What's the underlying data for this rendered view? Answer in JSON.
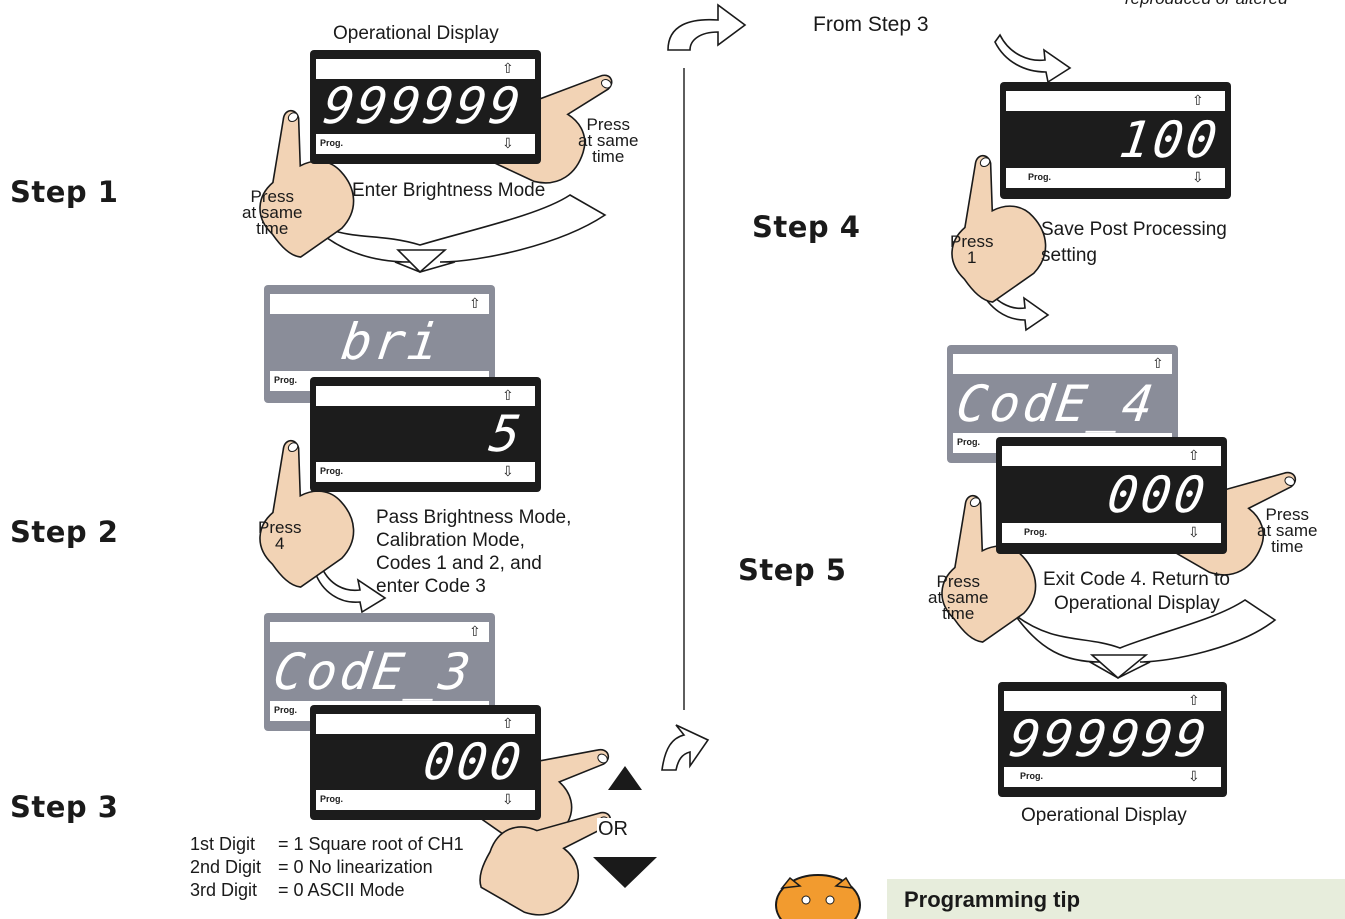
{
  "header": {
    "top_right_fragment": "reproduced or altered"
  },
  "steps": {
    "step1": "Step 1",
    "step2": "Step 2",
    "step3": "Step 3",
    "step4": "Step 4",
    "step5": "Step 5"
  },
  "captions": {
    "operational_display_top": "Operational Display",
    "enter_brightness": "Enter Brightness Mode",
    "pass_brightness_1": "Pass Brightness Mode,",
    "pass_brightness_2": "Calibration Mode,",
    "pass_brightness_3": "Codes 1 and 2, and",
    "pass_brightness_4": "enter Code 3",
    "from_step3": "From Step 3",
    "save_post_1": "Save Post Processing",
    "save_post_2": "setting",
    "exit_code4_1": "Exit Code 4. Return to",
    "exit_code4_2": "Operational Display",
    "operational_display_bottom": "Operational Display",
    "or": "OR"
  },
  "press_labels": {
    "press": "Press",
    "at_same": "at same",
    "time": "time",
    "four": "4",
    "one": "1"
  },
  "displays": {
    "d1": "999999",
    "d2": "bri",
    "d3": "5",
    "d4": "CodE_3",
    "d5": "000",
    "d6": "100",
    "d7": "CodE_4",
    "d8": "000",
    "d9": "999999"
  },
  "meter_labels": {
    "prog": "Prog.",
    "up": "⇧",
    "down": "⇩"
  },
  "digit_settings": [
    {
      "label": "1st Digit",
      "value": "= 1 Square root of CH1"
    },
    {
      "label": "2nd Digit",
      "value": "= 0 No linearization"
    },
    {
      "label": "3rd Digit",
      "value": "= 0 ASCII Mode"
    }
  ],
  "tip": {
    "title": "Programming tip"
  },
  "colors": {
    "meter_black": "#1c1c1c",
    "meter_gray": "#8a8d99",
    "skin": "#f2d3b5",
    "tip_bg": "#e7eddc"
  }
}
